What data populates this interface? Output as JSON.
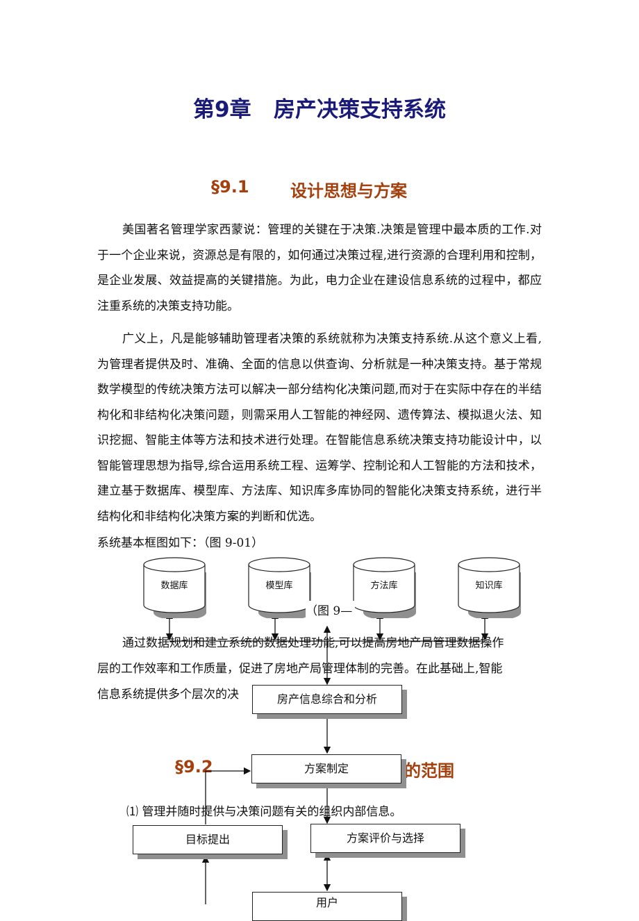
{
  "chapter_title": "第9章   房产决策支持系统",
  "section1": {
    "number": "§9.1",
    "title": "设计思想与方案"
  },
  "paragraph1": "美国著名管理学家西蒙说：管理的关键在于决策.决策是管理中最本质的工作.对于一个企业来说，资源总是有限的，如何通过决策过程,进行资源的合理利用和控制，是企业发展、效益提高的关键措施。为此，电力企业在建设信息系统的过程中，都应注重系统的决策支持功能。",
  "paragraph2": "广义上，凡是能够辅助管理者决策的系统就称为决策支持系统.从这个意义上看,为管理者提供及时、准确、全面的信息以供查询、分析就是一种决策支持。基于常规数学模型的传统决策方法可以解决一部分结构化决策问题,而对于在实际中存在的半结构化和非结构化决策问题，则需采用人工智能的神经网、遗传算法、模拟退火法、知识挖掘、智能主体等方法和技术进行处理。在智能信息系统决策支持功能设计中，以智能管理思想为指导,综合运用系统工程、运筹学、控制论和人工智能的方法和技术，建立基于数据库、模型库、方法库、知识库多库协同的智能化决策支持系统，进行半结构化和非结构化决策方案的判断和优选。",
  "fig_intro": "系统基本框图如下：（图 9-01）",
  "fig_caption": "（图 9—",
  "paragraph3_line1": "通过数据规划和建立系统的数据处理功能,可以提高房地产局管理数据操作",
  "paragraph3_line2": "层的工作效率和工作质量，促进了房地产局管理体制的完善。在此基础上,智能",
  "paragraph3_line3": "信息系统提供多个层次的决",
  "section2": {
    "number": "§9.2",
    "title_tail": "的范围"
  },
  "list_item1": "⑴ 管理并随时提供与决策问题有关的组织内部信息。",
  "diagram": {
    "databases": [
      "数据库",
      "模型库",
      "方法库",
      "知识库"
    ],
    "box_analysis": "房产信息综合和分析",
    "box_plan": "方案制定",
    "box_goal": "目标提出",
    "box_evaluate": "方案评价与选择",
    "box_user": "用户"
  }
}
